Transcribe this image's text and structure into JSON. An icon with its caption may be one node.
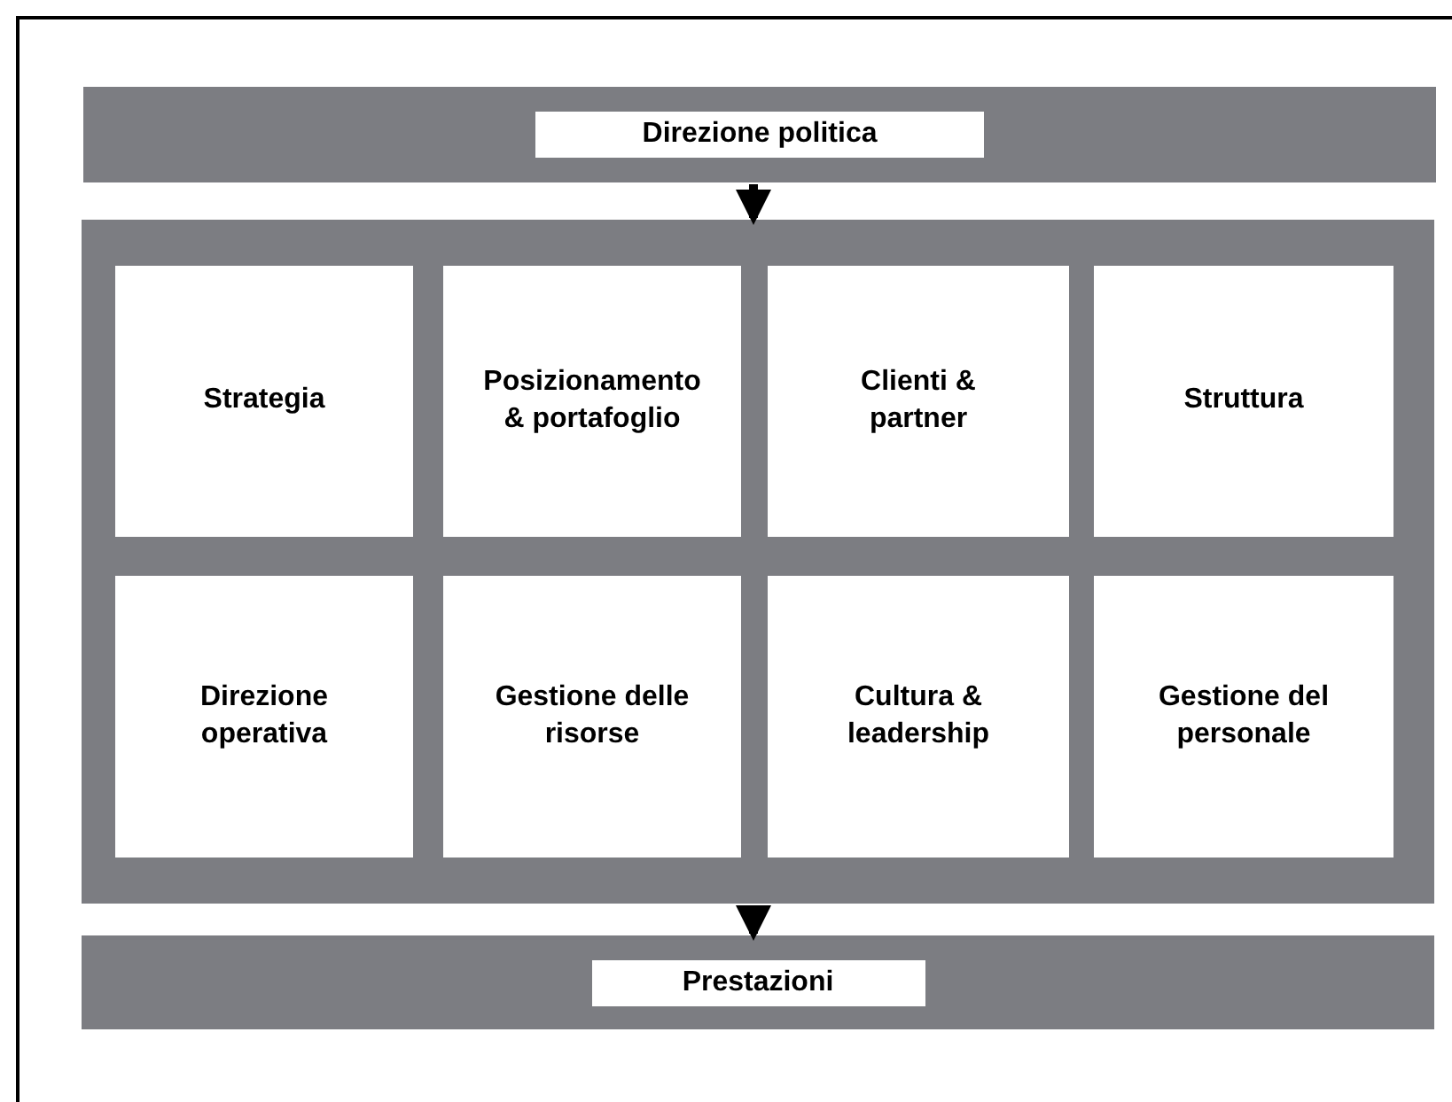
{
  "diagram": {
    "nodes": [
      {
        "text": [
          "Direzione politica"
        ]
      },
      {
        "text": [],
        "shape": "box"
      },
      {
        "text": [
          "Strategia"
        ],
        "in": 1
      },
      {
        "text": [
          "Posizionamento & portafoglio"
        ],
        "in": 1
      },
      {
        "text": [
          "Clienti & partner"
        ],
        "in": 1
      },
      {
        "text": [
          "Struttura"
        ],
        "in": 1
      },
      {
        "text": [
          "Direzione operativa"
        ],
        "in": 1
      },
      {
        "text": [
          "Gestione delle risorse"
        ],
        "in": 1
      },
      {
        "text": [
          "Cultura & leadership"
        ],
        "in": 1
      },
      {
        "text": [
          "Gestione del personale"
        ],
        "in": 1
      },
      {
        "text": [
          "Prestazioni"
        ]
      }
    ],
    "edges": [
      {
        "from": 0,
        "to": 1,
        "arrow": "to"
      },
      {
        "from": 1,
        "to": 10,
        "arrow": "to"
      }
    ]
  }
}
